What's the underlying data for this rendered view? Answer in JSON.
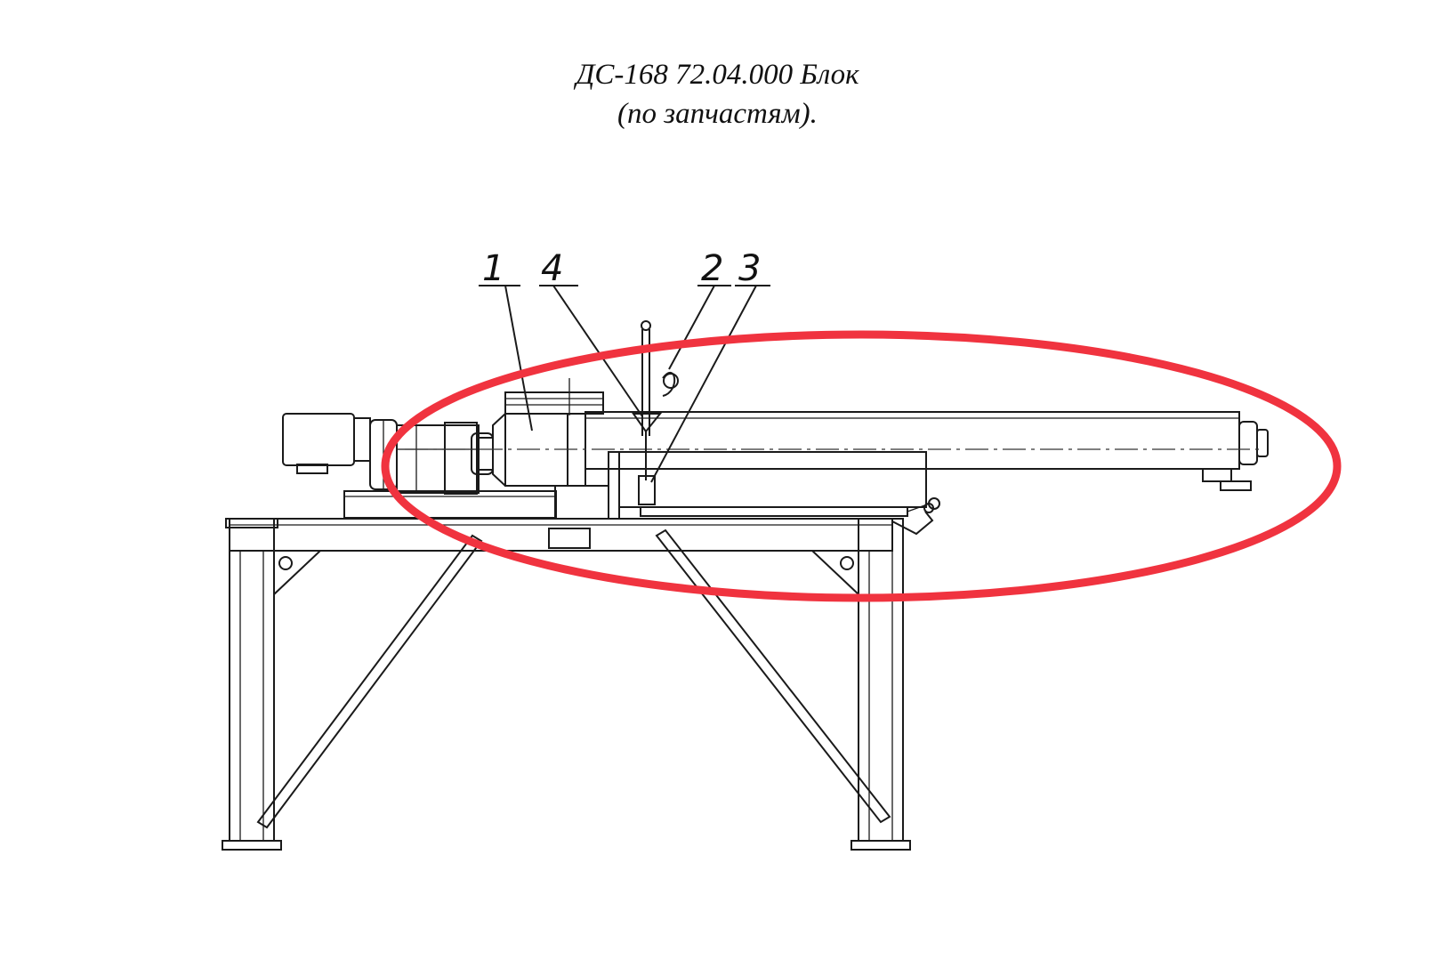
{
  "title": {
    "line1": "ДС-168 72.04.000 Блок",
    "line2": "(по запчастям)."
  },
  "callouts": [
    "1",
    "4",
    "2",
    "3"
  ],
  "colors": {
    "line": "#1a1a1a",
    "highlight_ellipse": "#f0333f",
    "background": "#ffffff"
  }
}
